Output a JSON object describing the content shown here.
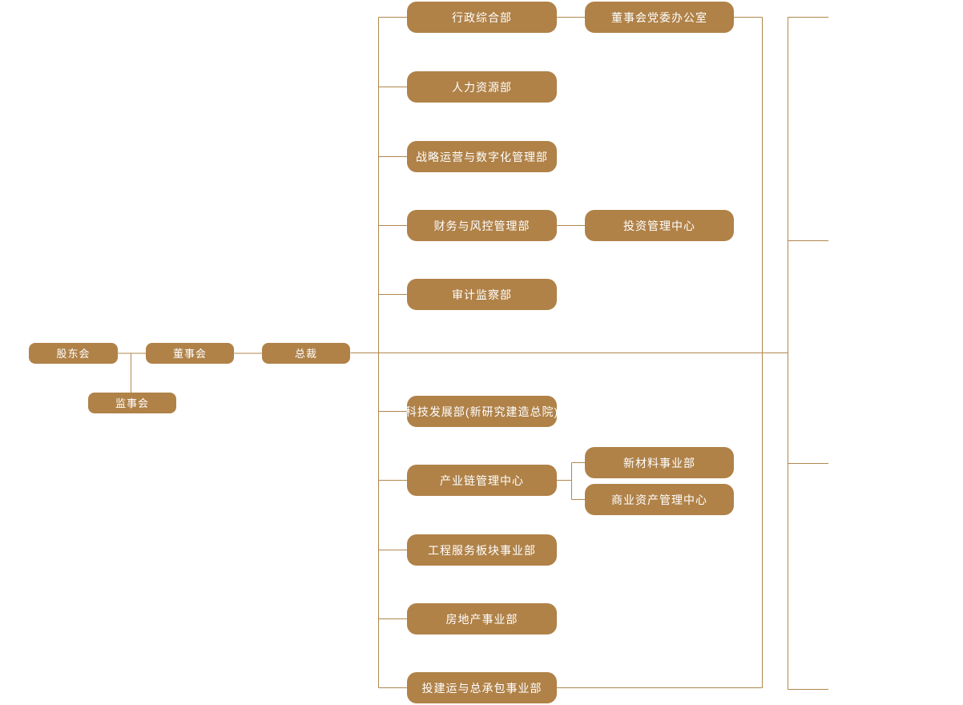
{
  "diagram": {
    "type": "org-chart",
    "colors": {
      "node_fill": "#B08248",
      "connector": "#B1874E",
      "node_text": "#FFFFFF",
      "background": "#FFFFFF"
    },
    "nodes": {
      "shareholders": "股东会",
      "board": "董事会",
      "president": "总裁",
      "supervisory": "监事会",
      "admin": "行政综合部",
      "party_office": "董事会党委办公室",
      "hr": "人力资源部",
      "strategy_digital": "战略运营与数字化管理部",
      "finance_risk": "财务与风控管理部",
      "investment_center": "投资管理中心",
      "audit": "审计监察部",
      "tech_development": "科技发展部(新研究建造总院)",
      "industry_chain": "产业链管理中心",
      "new_materials": "新材料事业部",
      "commercial_assets": "商业资产管理中心",
      "engineering_services": "工程服务板块事业部",
      "real_estate": "房地产事业部",
      "investment_epc": "投建运与总承包事业部"
    },
    "edges": [
      [
        "股东会",
        "董事会"
      ],
      [
        "股东会",
        "监事会"
      ],
      [
        "董事会",
        "总裁"
      ],
      [
        "总裁",
        "行政综合部"
      ],
      [
        "行政综合部",
        "董事会党委办公室"
      ],
      [
        "总裁",
        "人力资源部"
      ],
      [
        "总裁",
        "战略运营与数字化管理部"
      ],
      [
        "总裁",
        "财务与风控管理部"
      ],
      [
        "财务与风控管理部",
        "投资管理中心"
      ],
      [
        "总裁",
        "审计监察部"
      ],
      [
        "总裁",
        "科技发展部(新研究建造总院)"
      ],
      [
        "总裁",
        "产业链管理中心"
      ],
      [
        "产业链管理中心",
        "新材料事业部"
      ],
      [
        "产业链管理中心",
        "商业资产管理中心"
      ],
      [
        "总裁",
        "工程服务板块事业部"
      ],
      [
        "总裁",
        "房地产事业部"
      ],
      [
        "总裁",
        "投建运与总承包事业部"
      ]
    ],
    "truncated_right_connector_count": 4
  }
}
